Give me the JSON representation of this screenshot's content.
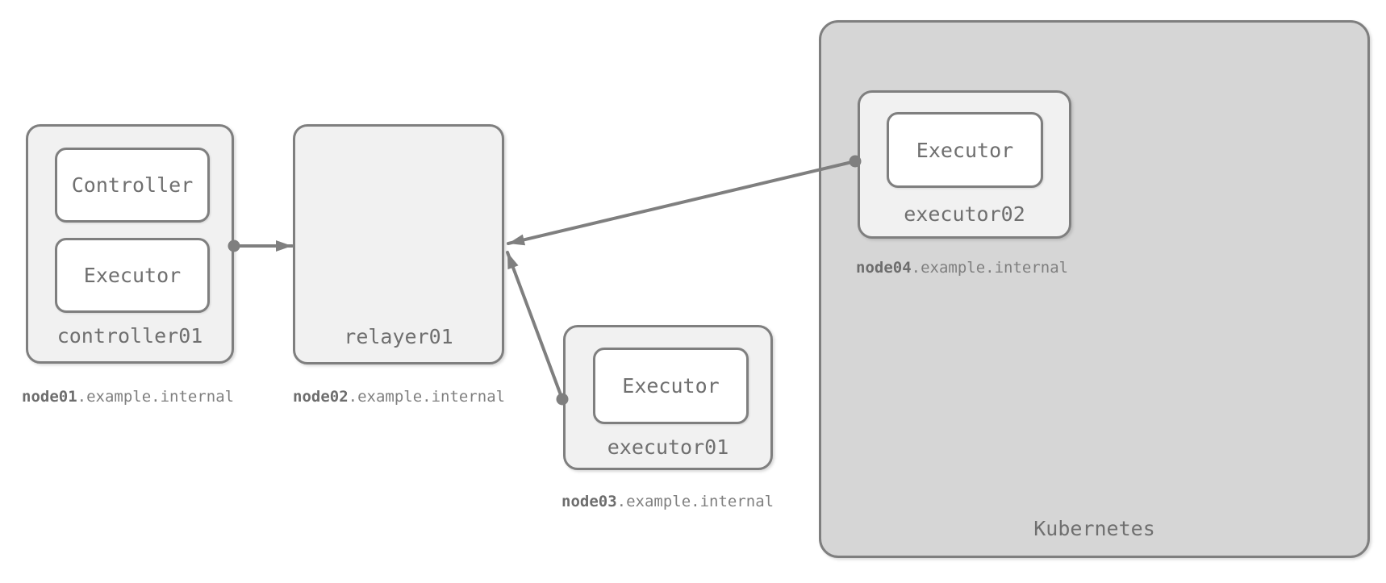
{
  "diagram": {
    "nodes": {
      "controller01": {
        "label": "controller01",
        "host_bold": "node01",
        "host_rest": ".example.internal",
        "components": {
          "controller": "Controller",
          "executor": "Executor"
        }
      },
      "relayer01": {
        "label": "relayer01",
        "host_bold": "node02",
        "host_rest": ".example.internal"
      },
      "executor01": {
        "label": "executor01",
        "host_bold": "node03",
        "host_rest": ".example.internal",
        "components": {
          "executor": "Executor"
        }
      },
      "kubernetes": {
        "label": "Kubernetes"
      },
      "executor02": {
        "label": "executor02",
        "host_bold": "node04",
        "host_rest": ".example.internal",
        "components": {
          "executor": "Executor"
        },
        "parent": "kubernetes"
      }
    },
    "edges": [
      {
        "from": "controller01",
        "to": "relayer01"
      },
      {
        "from": "executor02",
        "to": "relayer01"
      },
      {
        "from": "executor01",
        "to": "relayer01"
      }
    ],
    "colors": {
      "background": "#ffffff",
      "node_fill": "#f1f1f1",
      "container_fill": "#d6d6d6",
      "component_fill": "#ffffff",
      "border": "#7f7f7f",
      "edge": "#7f7f7f",
      "text": "#6f6f6f"
    }
  }
}
